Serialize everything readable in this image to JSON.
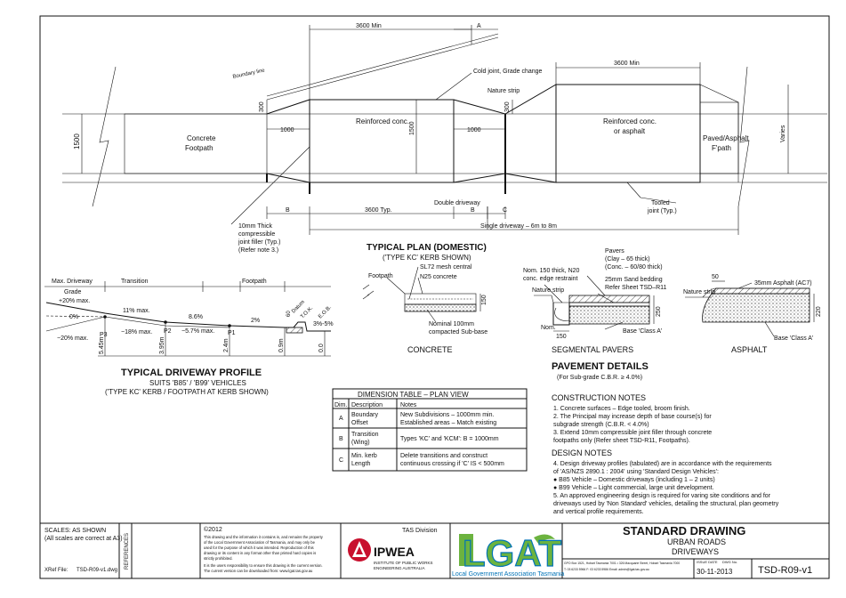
{
  "plan": {
    "dim_3600_min_top": "3600 Min",
    "label_A": "A",
    "boundary_line": "Boundary line",
    "cold_joint": "Cold joint, Grade change",
    "nature_strip": "Nature strip",
    "dim_3600_min_right": "3600 Min",
    "dim_300_left": "300",
    "dim_300_right": "300",
    "dim_1500_left": "1500",
    "dim_1500_mid": "1500",
    "dim_1000_left": "1000",
    "dim_1000_right": "1000",
    "concrete_footpath_1": "Concrete",
    "concrete_footpath_2": "Footpath",
    "reinforced_conc": "Reinforced conc.",
    "reinforced_conc_asphalt_1": "Reinforced conc.",
    "reinforced_conc_asphalt_2": "or asphalt",
    "paved_asphalt_1": "Paved/Asphalt",
    "paved_asphalt_2": "F'path",
    "varies": "Varies",
    "joint_filler": [
      "10mm Thick",
      "compressible",
      "joint filler (Typ.)",
      "(Refer note 3.)"
    ],
    "dim_B_left": "B",
    "dim_3600_typ": "3600 Typ.",
    "dim_B_right": "B",
    "dim_C": "C",
    "double_driveway": "Double driveway",
    "tooled_joint": [
      "Tooled",
      "joint (Typ.)"
    ],
    "single_driveway": "Single driveway – 6m to 8m",
    "title": "TYPICAL PLAN (DOMESTIC)",
    "subtitle": "('TYPE KC' KERB SHOWN)"
  },
  "profile": {
    "max_driveway_grade": [
      "Max. Driveway",
      "Grade"
    ],
    "transition": "Transition",
    "footpath": "Footpath",
    "g_plus20": "+20% max.",
    "g_11": "11% max.",
    "g_0": "0%",
    "g_minus20": "−20% max.",
    "g_minus18": "−18% max.",
    "g_86": "8.6%",
    "g_minus57": "−5.7% max.",
    "g_2": "2%",
    "g_3to5": "3%-5%",
    "datum": [
      "Datum",
      "T.O.K."
    ],
    "eob": "E.O.B.",
    "p3": "P3",
    "p2": "P2",
    "p1": "P1",
    "h_545": "5.45m",
    "h_395": "3.95m",
    "h_24": "2.4m",
    "h_09": "0.9m",
    "h_00": "0.0",
    "h_60": "60",
    "title": "TYPICAL DRIVEWAY PROFILE",
    "subtitle1": "SUITS 'B85' / 'B99' VEHICLES",
    "subtitle2": "('TYPE KC' KERB / FOOTPATH AT KERB SHOWN)"
  },
  "concrete_detail": {
    "footpath": "Footpath",
    "sl72": "SL72 mesh central",
    "n25": "N25 concrete",
    "dim_150": "150",
    "subbase": [
      "Nominal 100mm",
      "compacted Sub-base"
    ],
    "label": "CONCRETE"
  },
  "pavers_detail": {
    "pavers": [
      "Pavers",
      "(Clay – 65 thick)",
      "(Conc. – 60/80 thick)"
    ],
    "edge_restraint": [
      "Nom. 150 thick, N20",
      "conc. edge restraint"
    ],
    "sand_bedding": "25mm Sand bedding",
    "refer_sheet": "Refer Sheet TSD–R11",
    "nature_strip": "Nature strip",
    "dim_250": "250",
    "dim_150": "150",
    "nom": "Nom.",
    "base": "Base 'Class A'",
    "label": "SEGMENTAL PAVERS"
  },
  "asphalt_detail": {
    "dim_50": "50",
    "asphalt": "35mm Asphalt (AC7)",
    "nature_strip": "Nature strip",
    "dim_220": "220",
    "base": "Base 'Class A'",
    "label": "ASPHALT"
  },
  "pavement": {
    "title": "PAVEMENT DETAILS",
    "subtitle": "(For Sub-grade C.B.R. ≥ 4.0%)"
  },
  "construction_notes": {
    "title": "CONSTRUCTION NOTES",
    "lines": [
      "1.  Concrete surfaces – Edge tooled, broom finish.",
      "2.  The Principal may increase depth of base course(s) for",
      "     subgrade strength (C.B.R. < 4.0%)",
      "3.  Extend 10mm compressible joint filler through concrete",
      "     footpaths only (Refer sheet TSD-R11, Footpaths)."
    ]
  },
  "design_notes": {
    "title": "DESIGN NOTES",
    "lines": [
      "4.  Design driveway profiles (tabulated) are in accordance with the requirements",
      "     of 'AS/NZS 2890.1 : 2004' using 'Standard Design Vehicles':",
      "     ● B85 Vehicle – Domestic driveways (including 1 – 2 units)",
      "     ● B99 Vehicle – Light commercial, large unit development.",
      "5.  An approved engineering design is required for varing site conditions and for",
      "     driveways used by 'Non Standard' vehicles, detailing the structural, plan geometry",
      "     and vertical profile requirements."
    ]
  },
  "dimension_table": {
    "title": "DIMENSION TABLE – PLAN VIEW",
    "headers": [
      "Dim.",
      "Description",
      "Notes"
    ],
    "rows": [
      {
        "dim": "A",
        "desc": [
          "Boundary",
          "Offset"
        ],
        "notes": [
          "New Subdivisions – 1000mm min.",
          "Established areas – Match existing"
        ]
      },
      {
        "dim": "B",
        "desc": [
          "Transition",
          "(Wing)"
        ],
        "notes": [
          "Types 'KC' and 'KCM': B = 1000mm"
        ]
      },
      {
        "dim": "C",
        "desc": [
          "Min. kerb",
          "Length"
        ],
        "notes": [
          "Delete transitions and construct",
          "continuous crossing if 'C' IS < 500mm"
        ]
      }
    ]
  },
  "title_block": {
    "scales": "SCALES: AS SHOWN",
    "scales_note": "(All scales are correct at A3)",
    "xref_label": "XRef File:",
    "xref_value": "TSD-R09-v1.dwg",
    "references": "REFERENCES",
    "copyright": "©2012",
    "copyright_text": [
      "This drawing and the information it contains is, and remains the property",
      "of the Local Government Association of Tasmania, and may only be",
      "used for the purpose of which it was intended. Reproduction of this",
      "drawing or its content in any format other than printed hard copies is",
      "strictly prohibited.",
      "It is the users responsibility to ensure this drawing is the current version.",
      "The current version can be downloaded from: www.lgat.tas.gov.au"
    ],
    "tas_division": "TAS Division",
    "ipwea": "IPWEA",
    "ipwea_sub1": "INSTITUTE OF PUBLIC WORKS",
    "ipwea_sub2": "ENGINEERING AUSTRALIA",
    "lgat": "LGAT",
    "lgat_sub": "Local Government Association Tasmania",
    "std_title": "STANDARD DRAWING",
    "std_line1": "URBAN ROADS",
    "std_line2": "DRIVEWAYS",
    "address": "GPO Box 1521, Hobart Tasmania 7001 • 326 Macquarie Street, Hobart Tasmania 7000",
    "contact": "T: 03 6233 5966   F: 03 6233 5986   Email: admin@lgat.tas.gov.au",
    "issue_label": "ISSUE DATE",
    "issue_date": "30-11-2013",
    "dwg_label": "DWG No.",
    "dwg_no": "TSD-R09-v1"
  },
  "colors": {
    "ipwea_red": "#c8102e",
    "lgat_green": "#6cb33f",
    "lgat_blue": "#0073b7"
  }
}
